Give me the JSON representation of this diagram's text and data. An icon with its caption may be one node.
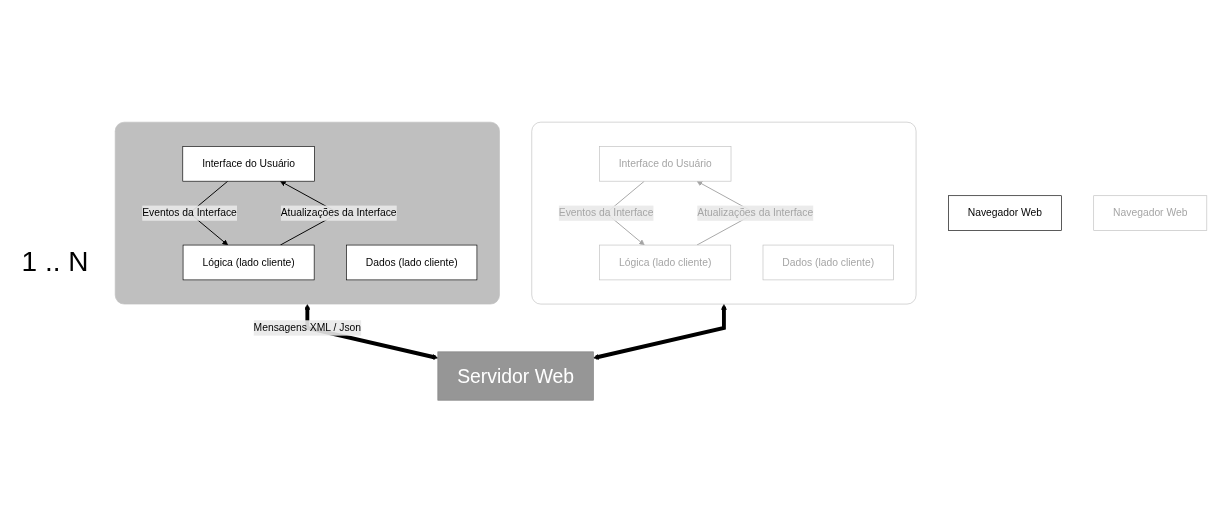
{
  "diagram": {
    "nodes": [
      {
        "text": [],
        "shape": "box"
      },
      {
        "text": [
          "Interface do Usuário"
        ],
        "in": 0
      },
      {
        "text": [
          "Lógica (lado cliente)"
        ],
        "in": 0
      },
      {
        "text": [
          "Dados (lado cliente)"
        ],
        "in": 0
      },
      {
        "text": [
          "Navegador Web"
        ]
      },
      {
        "text": [],
        "shape": "box"
      },
      {
        "text": [
          "Interface do Usuário"
        ],
        "in": 5
      },
      {
        "text": [
          "Lógica (lado cliente)"
        ],
        "in": 5
      },
      {
        "text": [
          "Dados (lado cliente)"
        ],
        "in": 5
      },
      {
        "text": [
          "Navegador Web"
        ]
      },
      {
        "text": [
          "Servidor Web"
        ]
      }
    ],
    "edges": [
      {
        "from": 1,
        "to": 2,
        "arrow": "to",
        "label": "Eventos da Interface"
      },
      {
        "from": 2,
        "to": 1,
        "arrow": "to",
        "label": "Atualizações da Interface"
      },
      {
        "from": 6,
        "to": 7,
        "arrow": "to",
        "label": "Eventos da Interface",
        "color": "#a6a6a6"
      },
      {
        "from": 7,
        "to": 6,
        "arrow": "to",
        "label": "Atualizações da Interface",
        "color": "#a6a6a6"
      },
      {
        "from": 0,
        "to": 10,
        "arrow": "both",
        "label": "Mensagens XML / Json",
        "style": "thick"
      },
      {
        "from": 5,
        "to": 10,
        "arrow": "both",
        "style": "thick"
      }
    ],
    "labels": [
      "1 .. N"
    ]
  }
}
